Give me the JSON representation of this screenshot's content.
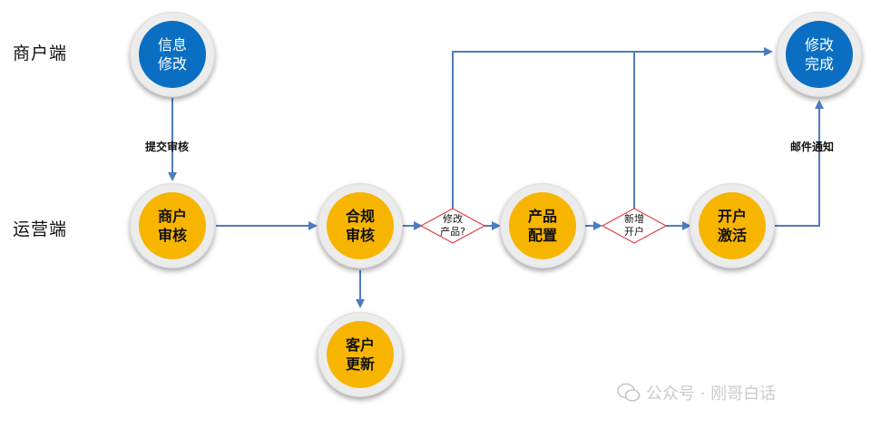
{
  "lanes": {
    "merchant": "商户端",
    "operations": "运营端"
  },
  "nodes": {
    "info_modify": [
      "信息",
      "修改"
    ],
    "modify_done": [
      "修改",
      "完成"
    ],
    "merchant_review": [
      "商户",
      "审核"
    ],
    "compliance_review": [
      "合规",
      "审核"
    ],
    "customer_update": [
      "客户",
      "更新"
    ],
    "product_config": [
      "产品",
      "配置"
    ],
    "account_activate": [
      "开户",
      "激活"
    ]
  },
  "decisions": {
    "modify_product": [
      "修改",
      "产品?"
    ],
    "new_account": [
      "新增",
      "开户"
    ]
  },
  "edge_labels": {
    "submit_review": "提交审核",
    "email_notice": "邮件通知"
  },
  "watermark": {
    "text": "公众号 · 刚哥白话"
  },
  "colors": {
    "blue_node": "#0a6fc2",
    "yellow_node": "#f7b500",
    "connector": "#4d7cc0",
    "decision_border": "#d9434b"
  }
}
